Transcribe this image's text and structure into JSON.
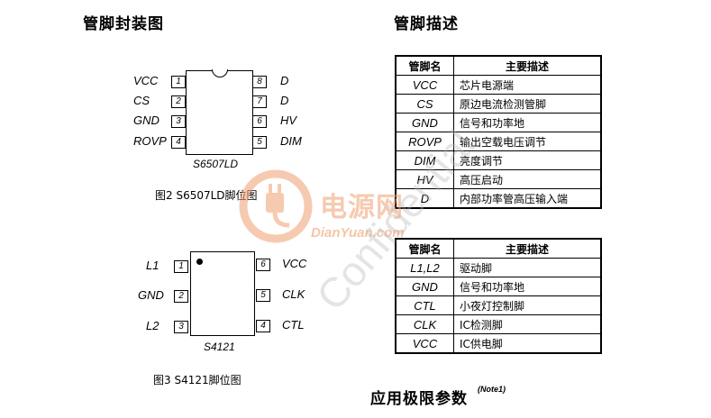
{
  "headings": {
    "package": "管脚封装图",
    "pin_desc": "管脚描述",
    "limits": "应用极限参数",
    "limits_note": "(Note1)"
  },
  "chip1": {
    "name": "S6507LD",
    "caption": "图2 S6507LD脚位图",
    "left_pins": [
      {
        "label": "VCC",
        "num": "1"
      },
      {
        "label": "CS",
        "num": "2"
      },
      {
        "label": "GND",
        "num": "3"
      },
      {
        "label": "ROVP",
        "num": "4"
      }
    ],
    "right_pins": [
      {
        "label": "D",
        "num": "8"
      },
      {
        "label": "D",
        "num": "7"
      },
      {
        "label": "HV",
        "num": "6"
      },
      {
        "label": "DIM",
        "num": "5"
      }
    ]
  },
  "chip2": {
    "name": "S4121",
    "caption": "图3 S4121脚位图",
    "left_pins": [
      {
        "label": "L1",
        "num": "1"
      },
      {
        "label": "GND",
        "num": "2"
      },
      {
        "label": "L2",
        "num": "3"
      }
    ],
    "right_pins": [
      {
        "label": "VCC",
        "num": "6"
      },
      {
        "label": "CLK",
        "num": "5"
      },
      {
        "label": "CTL",
        "num": "4"
      }
    ]
  },
  "table1": {
    "headers": [
      "管脚名",
      "主要描述"
    ],
    "rows": [
      [
        "VCC",
        "芯片电源端"
      ],
      [
        "CS",
        "原边电流检测管脚"
      ],
      [
        "GND",
        "信号和功率地"
      ],
      [
        "ROVP",
        "输出空载电压调节"
      ],
      [
        "DIM",
        "亮度调节"
      ],
      [
        "HV",
        "高压启动"
      ],
      [
        "D",
        "内部功率管高压输入端"
      ]
    ]
  },
  "table2": {
    "headers": [
      "管脚名",
      "主要描述"
    ],
    "rows": [
      [
        "L1,L2",
        "驱动脚"
      ],
      [
        "GND",
        "信号和功率地"
      ],
      [
        "CTL",
        "小夜灯控制脚"
      ],
      [
        "CLK",
        "IC检测脚"
      ],
      [
        "VCC",
        "IC供电脚"
      ]
    ]
  },
  "watermark": {
    "brand_cn": "电源网",
    "brand_en": "DianYuan.com",
    "confidential": "Confidential",
    "brand_color": "#f0a070"
  }
}
